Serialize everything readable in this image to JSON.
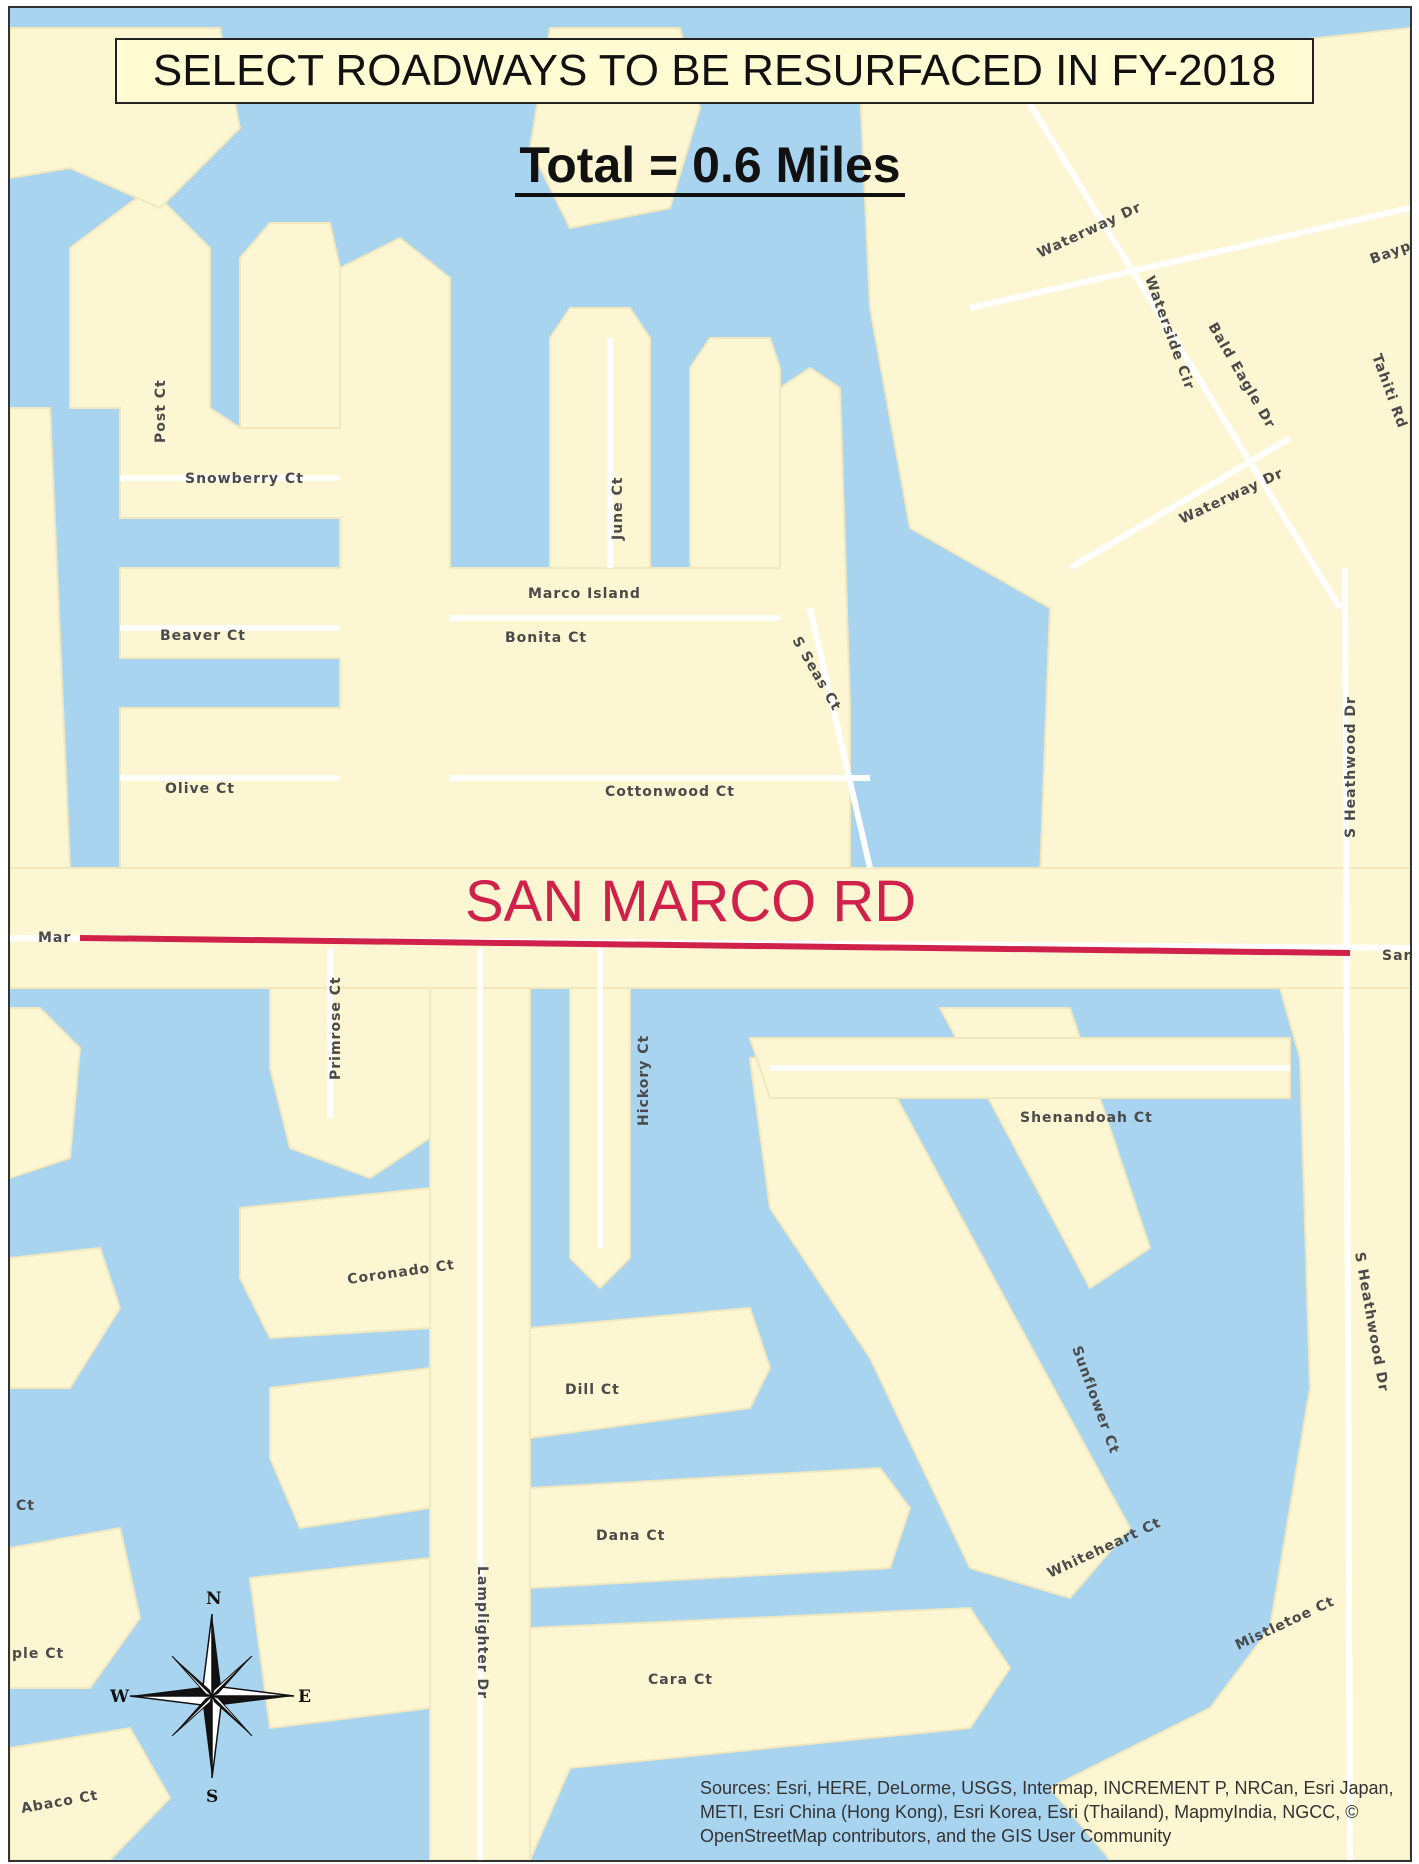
{
  "title": "SELECT ROADWAYS TO BE RESURFACED IN FY-2018",
  "total": "Total = 0.6 Miles",
  "highlighted_road": "SAN MARCO RD",
  "streets": {
    "post_ct": "Post Ct",
    "snowberry_ct": "Snowberry Ct",
    "june_ct": "June Ct",
    "marco_island": "Marco Island",
    "beaver_ct": "Beaver Ct",
    "bonita_ct": "Bonita Ct",
    "s_seas_ct": "S Seas Ct",
    "olive_ct": "Olive Ct",
    "cottonwood_ct": "Cottonwood Ct",
    "waterway_dr_1": "Waterway Dr",
    "waterway_dr_2": "Waterway Dr",
    "waterside_cir": "Waterside Cir",
    "bald_eagle_dr": "Bald Eagle Dr",
    "tahiti_rd": "Tahiti Rd",
    "bayp": "Bayp",
    "s_heathwood_dr_1": "S Heathwood Dr",
    "s_heathwood_dr_2": "S Heathwood Dr",
    "primrose_ct": "Primrose Ct",
    "hickory_ct": "Hickory Ct",
    "shenandoah_ct": "Shenandoah Ct",
    "coronado_ct": "Coronado Ct",
    "dill_ct": "Dill Ct",
    "sunflower_ct": "Sunflower Ct",
    "whiteheart_ct": "Whiteheart Ct",
    "dana_ct": "Dana Ct",
    "lamplighter_dr": "Lamplighter Dr",
    "cara_ct": "Cara Ct",
    "mistletoe_ct": "Mistletoe Ct",
    "abaco_ct": "Abaco Ct",
    "ple_ct": "ple Ct",
    "ct_left": "Ct",
    "mar_left": "Mar",
    "san_right": "San"
  },
  "compass": {
    "n": "N",
    "s": "S",
    "e": "E",
    "w": "W"
  },
  "sources": "Sources: Esri, HERE, DeLorme, USGS, Intermap, INCREMENT P, NRCan, Esri Japan, METI, Esri China (Hong Kong), Esri Korea, Esri (Thailand), MapmyIndia, NGCC, © OpenStreetMap contributors, and the GIS User Community",
  "colors": {
    "water": "#a9d4f0",
    "land": "#fdf6d3",
    "highlight": "#d0214a",
    "title_bg": "#fffbd2"
  }
}
